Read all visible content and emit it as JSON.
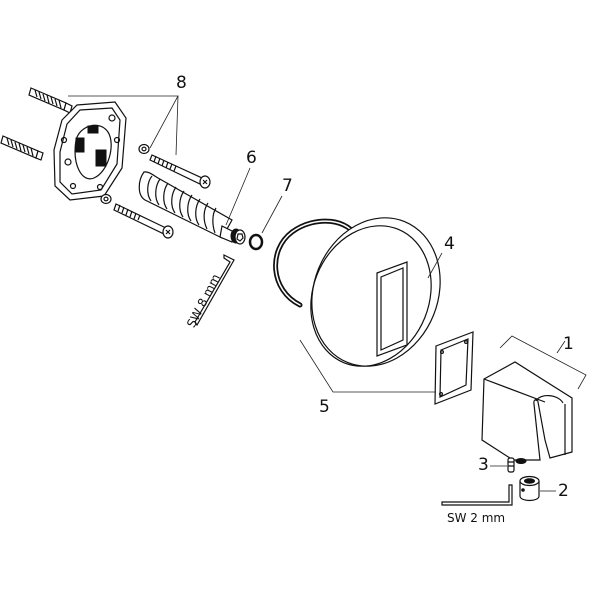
{
  "diagram": {
    "type": "exploded-view parts diagram",
    "parts": [
      {
        "number": "1",
        "name": "wall outlet shower holder body"
      },
      {
        "number": "2",
        "name": "round nut / connector"
      },
      {
        "number": "3",
        "name": "grub screw"
      },
      {
        "number": "4",
        "name": "round cover plate (escutcheon)"
      },
      {
        "number": "5",
        "name": "seal ring and square gasket"
      },
      {
        "number": "6",
        "name": "extension sleeve with connector"
      },
      {
        "number": "7",
        "name": "O-ring"
      },
      {
        "number": "8",
        "name": "mounting plate, wall plugs, screws and washers"
      }
    ],
    "labels": {
      "p1": "1",
      "p2": "2",
      "p3": "3",
      "p4": "4",
      "p5": "5",
      "p6": "6",
      "p7": "7",
      "p8": "8"
    },
    "tools": {
      "hex_key_large": "SW 8 mm",
      "hex_key_small": "SW 2 mm"
    }
  }
}
